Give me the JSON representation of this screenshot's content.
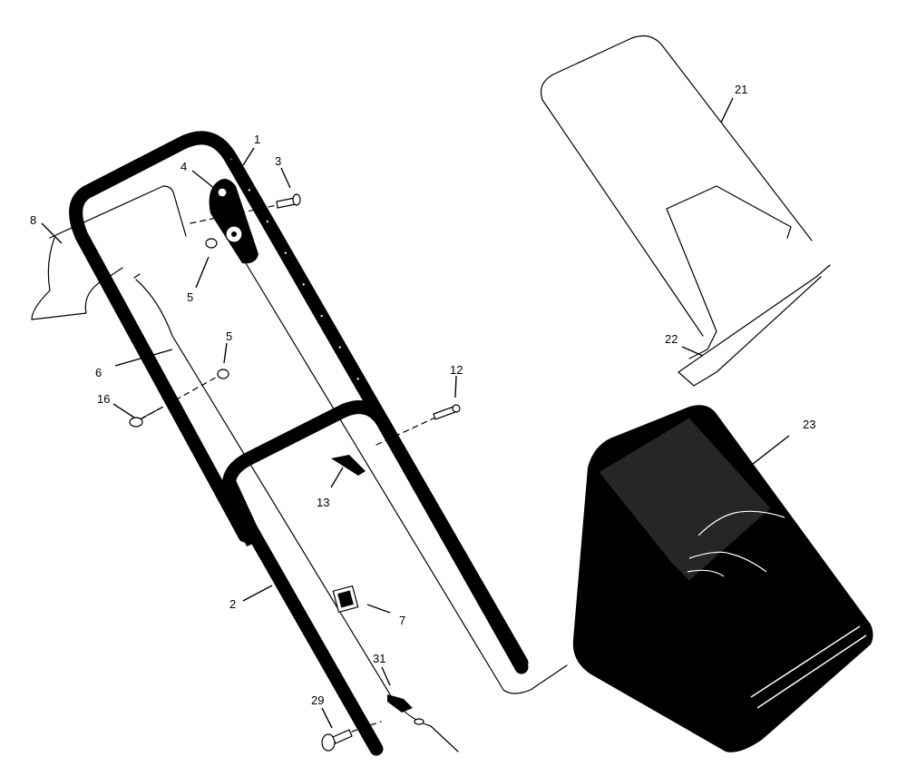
{
  "callouts": {
    "c1": "1",
    "c2": "2",
    "c3": "3",
    "c4": "4",
    "c5a": "5",
    "c5b": "5",
    "c6": "6",
    "c7": "7",
    "c8": "8",
    "c12": "12",
    "c13": "13",
    "c16": "16",
    "c21": "21",
    "c22": "22",
    "c23": "23",
    "c29": "29",
    "c31": "31"
  }
}
